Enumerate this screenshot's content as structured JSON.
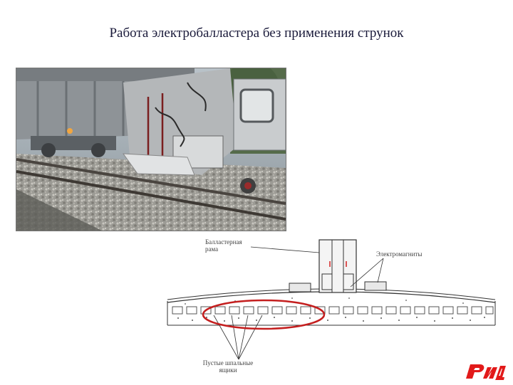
{
  "slide": {
    "title": "Работа электробалластера без применения струнок"
  },
  "diagram": {
    "label_frame": "Балластерная\nрама",
    "label_magnets": "Электромагниты",
    "label_empty_boxes": "Пустые шпальные\nящики"
  },
  "logo": {
    "text": "РЖД",
    "color": "#e21a1a"
  }
}
